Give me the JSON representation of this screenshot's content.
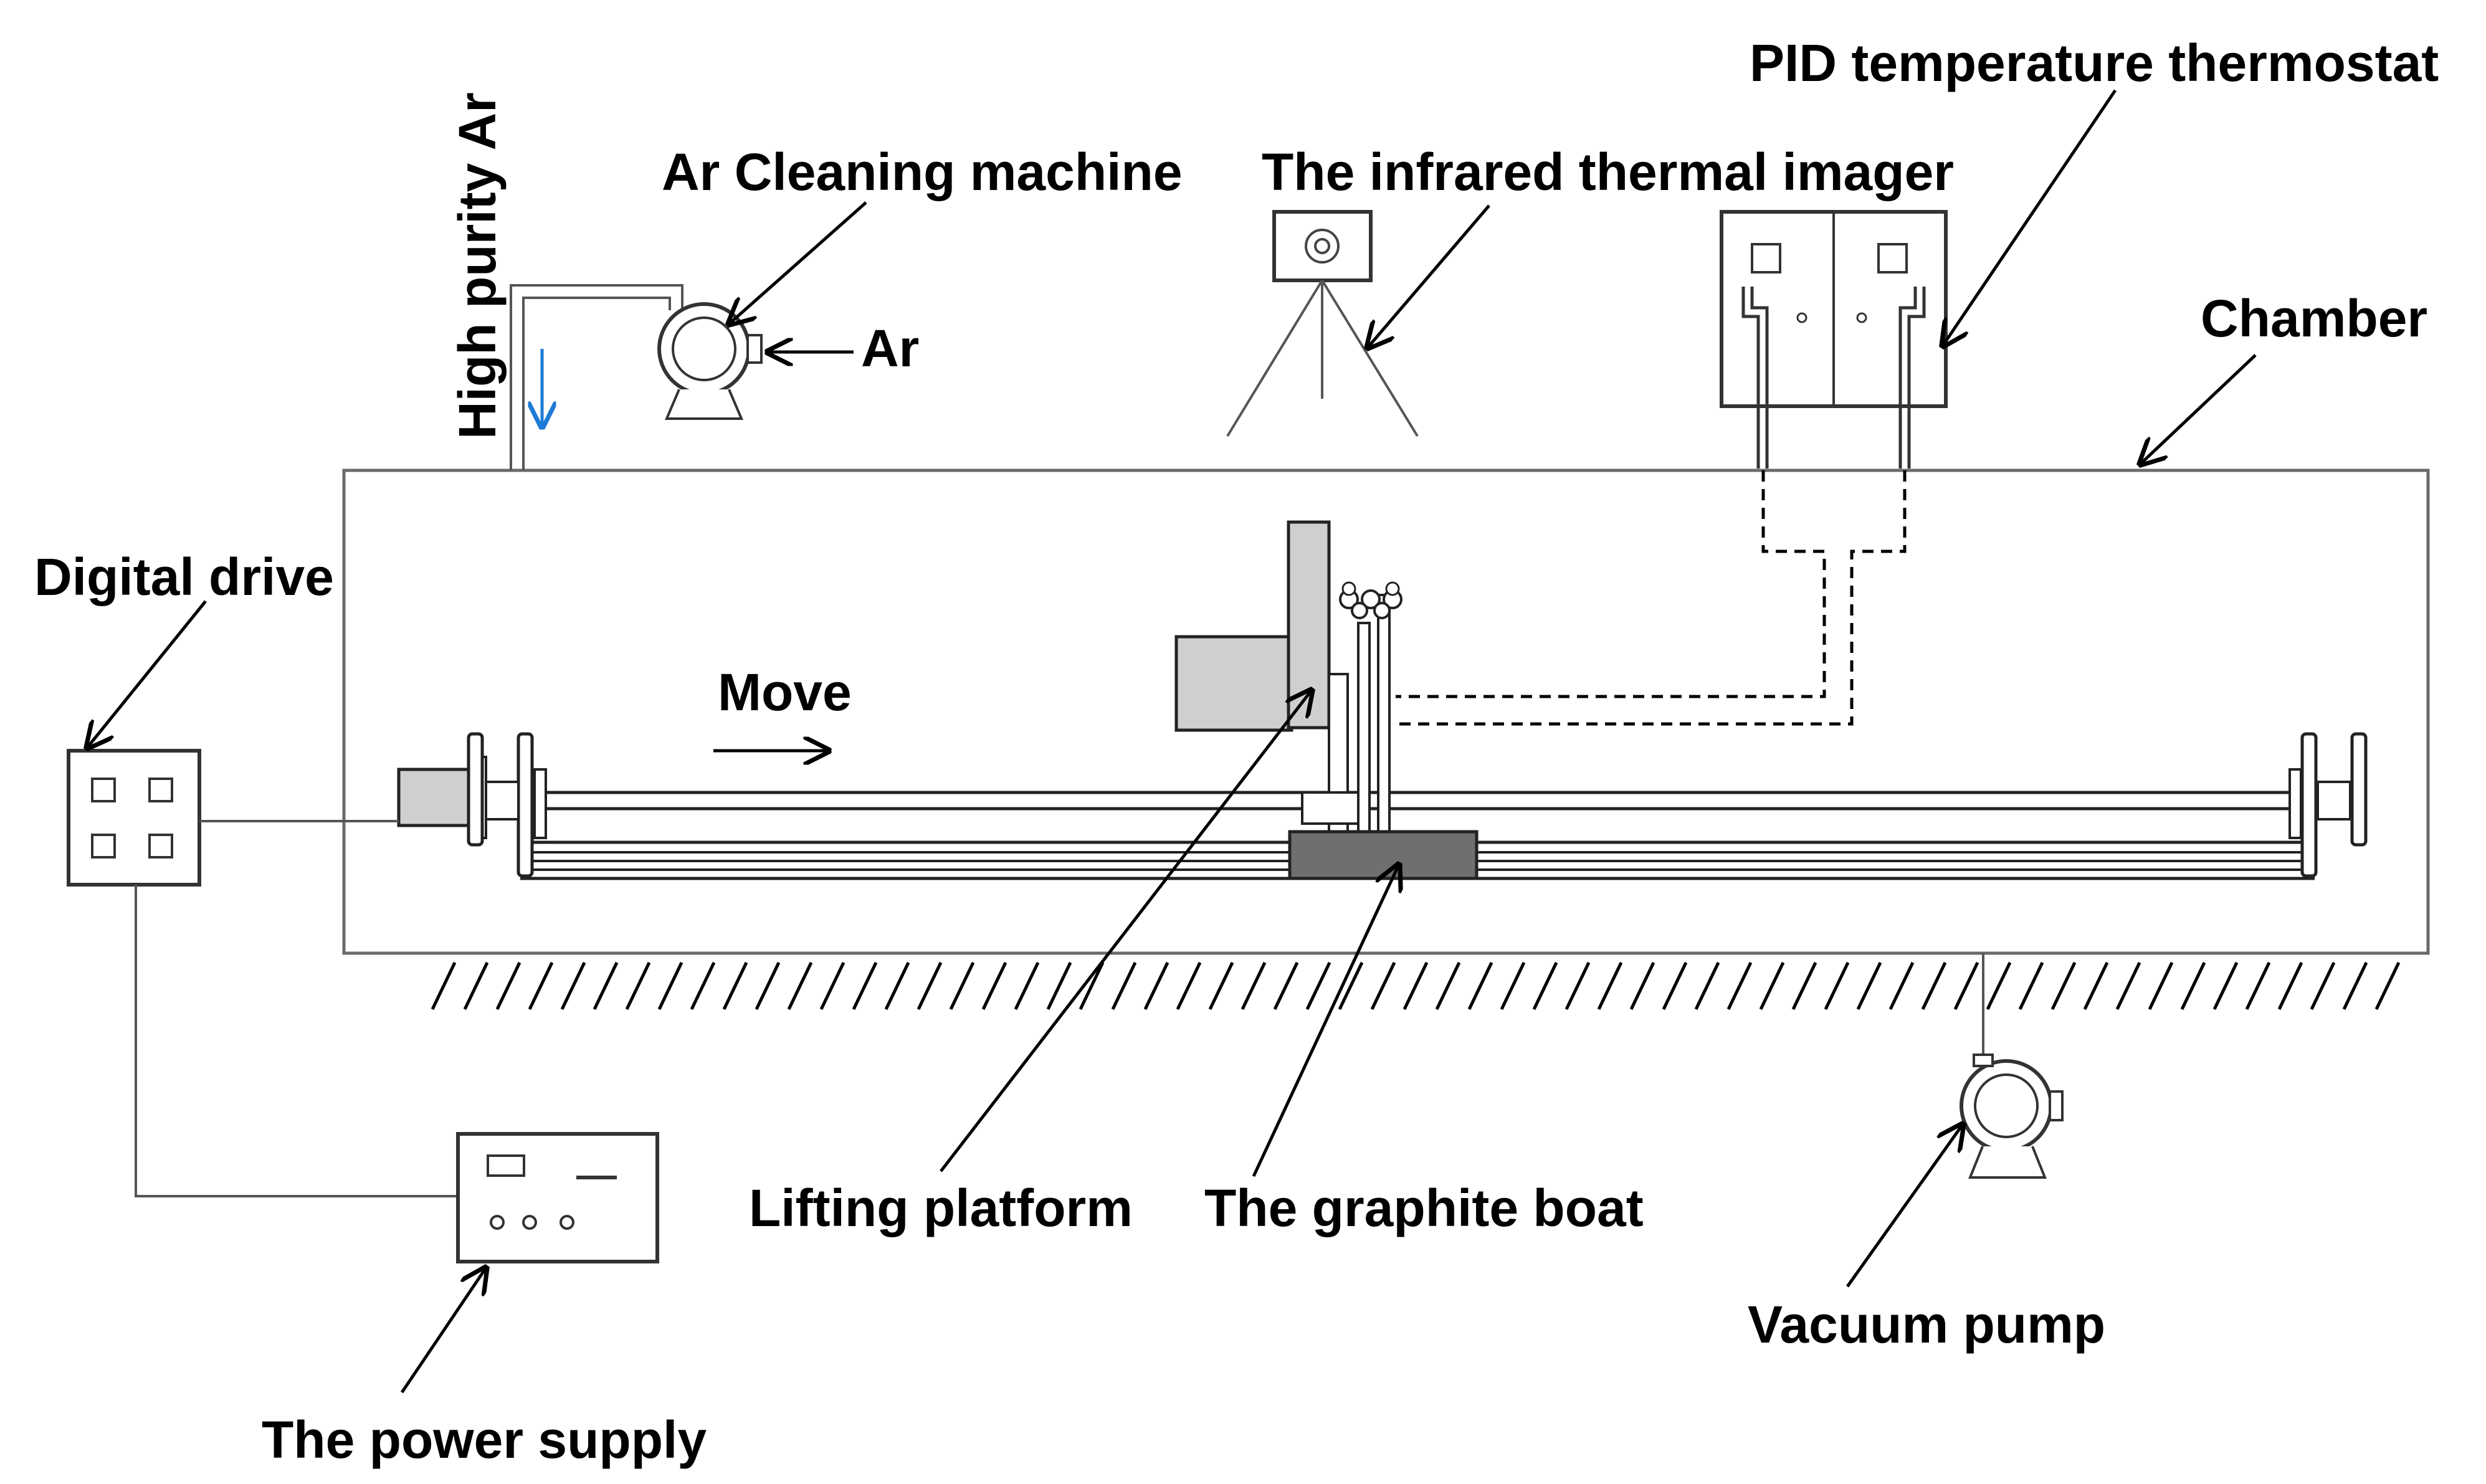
{
  "labels": {
    "pid_thermostat": "PID temperature thermostat",
    "infrared_imager": "The infrared thermal imager",
    "ar_cleaning_machine": "Ar Cleaning machine",
    "high_purity_ar": "High purity Ar",
    "ar": "Ar",
    "chamber": "Chamber",
    "digital_drive": "Digital drive",
    "move": "Move",
    "lifting_platform": "Lifting platform",
    "graphite_boat": "The graphite boat",
    "vacuum_pump": "Vacuum pump",
    "power_supply": "The power supply"
  },
  "colors": {
    "ar_flow_arrow": "#1e7bd6",
    "motor_fill": "#cfcfcf",
    "boat_fill": "#6f6f6f"
  }
}
